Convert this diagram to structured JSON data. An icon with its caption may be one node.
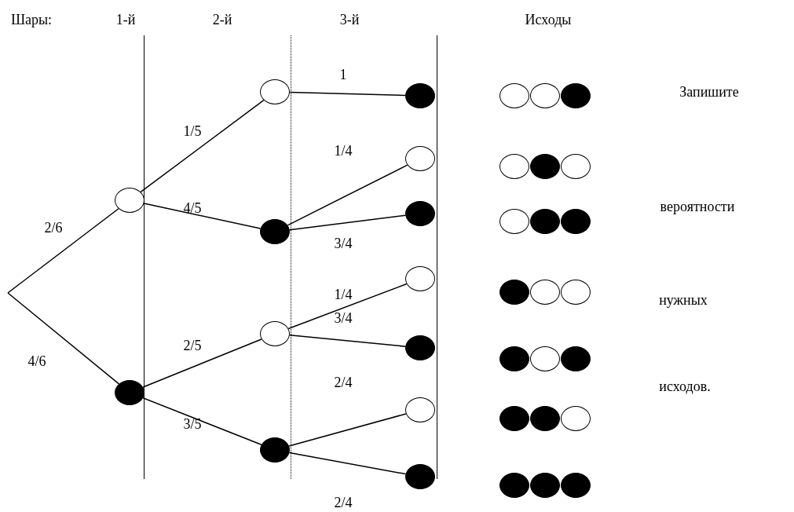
{
  "diagram": {
    "nodes": [
      {
        "text": [],
        "shape": "circle"
      },
      {
        "text": [],
        "shape": "circle"
      },
      {
        "text": [],
        "shape": "circle"
      },
      {
        "text": [],
        "shape": "circle"
      },
      {
        "text": [],
        "shape": "circle"
      },
      {
        "text": [],
        "shape": "circle"
      },
      {
        "text": [],
        "shape": "circle"
      },
      {
        "text": [],
        "shape": "circle"
      },
      {
        "text": [],
        "shape": "circle"
      },
      {
        "text": [],
        "shape": "circle"
      },
      {
        "text": [],
        "shape": "circle"
      },
      {
        "text": [],
        "shape": "circle"
      },
      {
        "text": [],
        "shape": "circle"
      },
      {
        "text": [],
        "shape": "circle"
      },
      {
        "text": [],
        "shape": "circle"
      },
      {
        "text": [],
        "shape": "circle"
      },
      {
        "text": [],
        "shape": "circle"
      },
      {
        "text": [],
        "shape": "circle"
      },
      {
        "text": [],
        "shape": "circle"
      },
      {
        "text": [],
        "shape": "circle"
      },
      {
        "text": [],
        "shape": "circle"
      },
      {
        "text": [],
        "shape": "circle"
      },
      {
        "text": [],
        "shape": "circle"
      },
      {
        "text": [],
        "shape": "circle"
      },
      {
        "text": [],
        "shape": "circle"
      },
      {
        "text": [],
        "shape": "circle"
      },
      {
        "text": [],
        "shape": "circle"
      },
      {
        "text": [],
        "shape": "circle"
      },
      {
        "text": [],
        "shape": "circle"
      },
      {
        "text": [],
        "shape": "circle"
      },
      {
        "text": [],
        "shape": "circle"
      },
      {
        "text": [],
        "shape": "circle"
      },
      {
        "text": [],
        "shape": "circle"
      },
      {
        "text": [],
        "shape": "circle"
      }
    ],
    "edges": [
      {
        "from": null,
        "to": 0,
        "arrow": "none",
        "label": "2/6"
      },
      {
        "from": null,
        "to": 1,
        "arrow": "none",
        "label": "4/6"
      },
      {
        "from": 0,
        "to": 2,
        "arrow": "none",
        "label": "1/5"
      },
      {
        "from": 0,
        "to": 3,
        "arrow": "none",
        "label": "4/5"
      },
      {
        "from": 1,
        "to": 4,
        "arrow": "none",
        "label": "2/5"
      },
      {
        "from": 1,
        "to": 5,
        "arrow": "none",
        "label": "3/5"
      },
      {
        "from": 2,
        "to": 6,
        "arrow": "none",
        "label": "1"
      },
      {
        "from": 3,
        "to": 7,
        "arrow": "none",
        "label": "1/4"
      },
      {
        "from": 3,
        "to": 8,
        "arrow": "none",
        "label": "3/4"
      },
      {
        "from": 4,
        "to": 9,
        "arrow": "none",
        "label": "1/4"
      },
      {
        "from": 4,
        "to": 10,
        "arrow": "none",
        "label": "3/4"
      },
      {
        "from": 5,
        "to": 11,
        "arrow": "none",
        "label": "2/4"
      },
      {
        "from": 5,
        "to": 12,
        "arrow": "none",
        "label": "2/4"
      }
    ],
    "labels": [
      "Шары:",
      "1-й",
      "2-й",
      "3-й",
      "Исходы",
      "Запишите",
      "вероятности",
      "нужных",
      "исходов."
    ]
  }
}
